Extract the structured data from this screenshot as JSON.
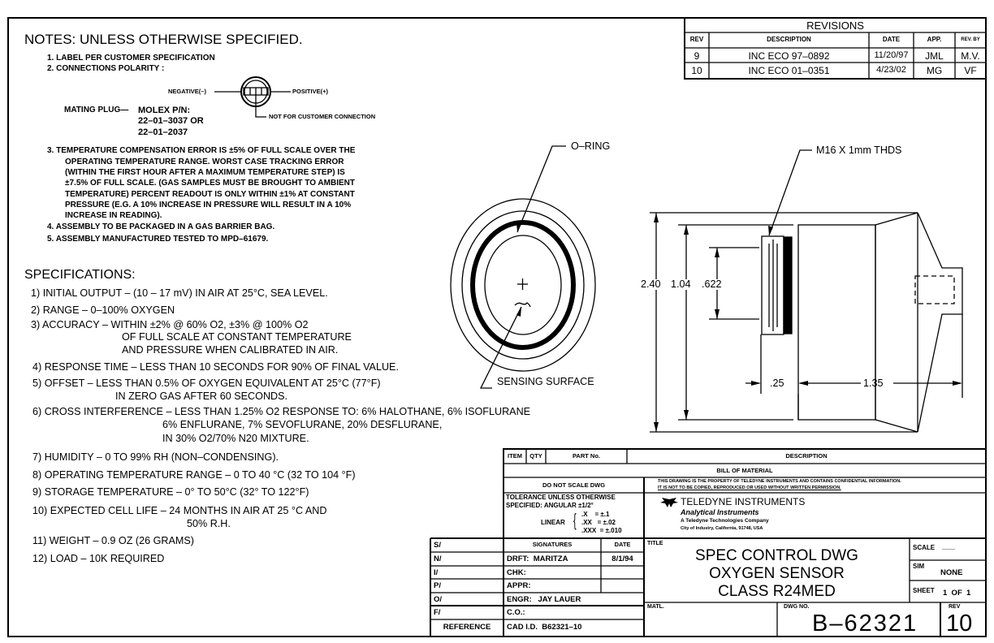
{
  "notes": {
    "heading": "NOTES: UNLESS OTHERWISE SPECIFIED.",
    "items": [
      "1. LABEL PER CUSTOMER SPECIFICATION",
      "2. CONNECTIONS POLARITY :"
    ],
    "polarity": {
      "negative": "NEGATIVE(–)",
      "positive": "POSITIVE(+)",
      "not_for_customer": "NOT FOR CUSTOMER CONNECTION",
      "mating_plug": "MATING PLUG—",
      "molex": "MOLEX P/N:",
      "pn1": "22–01–3037 OR",
      "pn2": "22–01–2037"
    },
    "note3": [
      "3. TEMPERATURE COMPENSATION ERROR IS ±5% OF FULL SCALE OVER THE",
      "OPERATING TEMPERATURE RANGE. WORST CASE TRACKING ERROR",
      "(WITHIN THE FIRST HOUR AFTER A MAXIMUM TEMPERATURE STEP) IS",
      "±7.5% OF FULL SCALE. (GAS SAMPLES MUST BE BROUGHT TO AMBIENT",
      "TEMPERATURE) PERCENT READOUT IS ONLY WITHIN ±1% AT CONSTANT",
      "PRESSURE (E.G. A 10% INCREASE IN PRESSURE WILL RESULT IN A 10%",
      "INCREASE IN READING)."
    ],
    "note4": "4. ASSEMBLY TO BE PACKAGED IN A GAS BARRIER BAG.",
    "note5": "5. ASSEMBLY MANUFACTURED TESTED TO MPD–61679."
  },
  "specs": {
    "heading": "SPECIFICATIONS:",
    "lines": [
      "1) INITIAL OUTPUT – (10 – 17 mV) IN AIR AT 25°C, SEA LEVEL.",
      "2) RANGE – 0–100% OXYGEN",
      "3) ACCURACY – WITHIN ±2% @ 60% O2, ±3% @ 100% O2",
      "OF FULL SCALE AT CONSTANT TEMPERATURE",
      "AND PRESSURE WHEN CALIBRATED IN AIR.",
      "4) RESPONSE TIME – LESS THAN 10 SECONDS FOR 90% OF FINAL VALUE.",
      "5) OFFSET – LESS THAN 0.5% OF OXYGEN EQUIVALENT AT 25°C (77°F)",
      "IN ZERO GAS AFTER 60 SECONDS.",
      "6) CROSS INTERFERENCE – LESS THAN 1.25% O2 RESPONSE TO: 6% HALOTHANE, 6% ISOFLURANE",
      "6% ENFLURANE, 7% SEVOFLURANE, 20% DESFLURANE,",
      "IN 30% O2/70% N20 MIXTURE.",
      "7) HUMIDITY – 0 TO 99% RH (NON–CONDENSING).",
      "8) OPERATING TEMPERATURE RANGE – 0 TO 40 °C (32 TO 104 °F)",
      "9) STORAGE TEMPERATURE – 0° TO 50°C (32° TO 122°F)",
      "10) EXPECTED CELL LIFE – 24 MONTHS IN AIR AT 25 °C AND",
      "50% R.H.",
      "11) WEIGHT – 0.9 OZ (26 GRAMS)",
      "12) LOAD – 10K REQUIRED"
    ]
  },
  "drawing": {
    "o_ring": "O–RING",
    "sensing_surface": "SENSING SURFACE",
    "threads": "M16 X 1mm THDS",
    "dim_240": "2.40",
    "dim_104": "1.04",
    "dim_622": ".622",
    "dim_25": ".25",
    "dim_135": "1.35"
  },
  "revisions": {
    "title": "REVISIONS",
    "headers": [
      "REV",
      "DESCRIPTION",
      "DATE",
      "APP.",
      "REV. BY"
    ],
    "rows": [
      [
        "9",
        "INC ECO 97–0892",
        "11/20/97",
        "JML",
        "M.V."
      ],
      [
        "10",
        "INC ECO 01–0351",
        "4/23/02",
        "MG",
        "VF"
      ]
    ]
  },
  "title_block": {
    "bom_headers": [
      "ITEM",
      "QTY",
      "PART No.",
      "DESCRIPTION"
    ],
    "bom_title": "BILL OF MATERIAL",
    "do_not_scale": "DO NOT SCALE DWG",
    "disclaimer1": "THIS DRAWING IS THE PROPERTY OF TELEDYNE INSTRUMENTS AND CONTAINS CONFIDENTIAL INFORMATION.",
    "disclaimer2": "IT IS NOT TO BE COPIED, REPRODUCED OR USED WITHOUT WRITTEN PERMISSION.",
    "tolerance1": "TOLERANCE UNLESS OTHERWISE",
    "tolerance2": "SPECIFIED: ANGULAR ±1/2°",
    "linear": "LINEAR",
    "tol_x": ".X    = ±.1",
    "tol_xx": ".XX   = ±.02",
    "tol_xxx": ".XXX  = ±.010",
    "company": "TELEDYNE INSTRUMENTS",
    "division": "Analytical Instruments",
    "parent": "A Teledyne Technologies Company",
    "address": "City of Industry, California, 91748, USA",
    "signatures_header": "SIGNATURES",
    "date_header": "DATE",
    "left_col": [
      "S/",
      "N/",
      "I/",
      "P/",
      "O/",
      "F/",
      "REFERENCE"
    ],
    "drft": "DRFT:  MARITZA",
    "drft_date": "8/1/94",
    "chk": "CHK:",
    "appr": "APPR:",
    "engr": "ENGR:   JAY LAUER",
    "co": "C.O.:",
    "cad_id": "CAD I.D.  B62321–10",
    "title_label": "TITLE",
    "title_lines": [
      "SPEC CONTROL DWG",
      "OXYGEN SENSOR",
      "CLASS R24MED"
    ],
    "scale_label": "SCALE",
    "scale_value": "___",
    "sim_label": "SIM",
    "sim_value": "NONE",
    "sheet_label": "SHEET",
    "sheet_value": "1  OF  1",
    "matl_label": "MATL.",
    "dwg_no_label": "DWG NO.",
    "dwg_no": "B–62321",
    "rev_label": "REV",
    "rev": "10"
  }
}
